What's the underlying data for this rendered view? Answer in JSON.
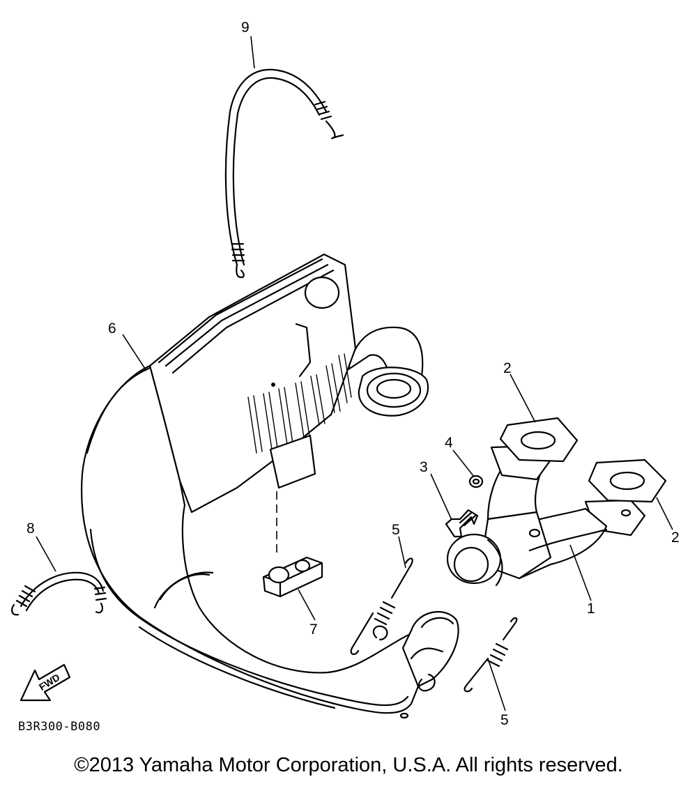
{
  "callouts": [
    "1",
    "2",
    "2",
    "3",
    "4",
    "5",
    "5",
    "6",
    "7",
    "8",
    "9"
  ],
  "fwd_label": "FWD",
  "drawing_code": "B3R300-B080",
  "copyright": "©2013 Yamaha Motor Corporation, U.S.A. All rights reserved."
}
